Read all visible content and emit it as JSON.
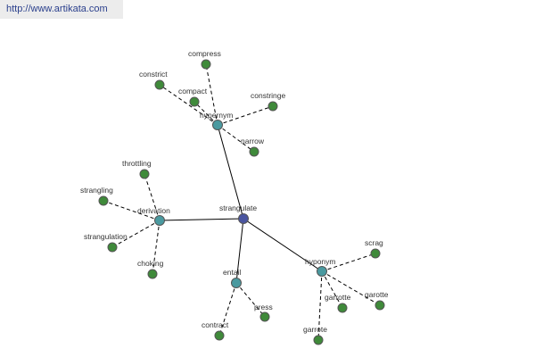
{
  "banner": {
    "url": "http://www.artikata.com"
  },
  "colors": {
    "root": "#4a55a0",
    "hub": "#4a9aa0",
    "leaf": "#3f8a3a"
  },
  "graph": {
    "root": {
      "id": "strangulate",
      "label": "strangulate"
    },
    "hubs": [
      {
        "id": "hypernym",
        "label": "hypernym"
      },
      {
        "id": "derivation",
        "label": "derivation"
      },
      {
        "id": "entail",
        "label": "entail"
      },
      {
        "id": "hyponym",
        "label": "hyponym"
      }
    ],
    "leaves": [
      {
        "id": "compress",
        "label": "compress",
        "hub": "hypernym"
      },
      {
        "id": "constrict",
        "label": "constrict",
        "hub": "hypernym"
      },
      {
        "id": "compact",
        "label": "compact",
        "hub": "hypernym"
      },
      {
        "id": "constringe",
        "label": "constringe",
        "hub": "hypernym"
      },
      {
        "id": "narrow",
        "label": "narrow",
        "hub": "hypernym"
      },
      {
        "id": "throttling",
        "label": "throttling",
        "hub": "derivation"
      },
      {
        "id": "strangling",
        "label": "strangling",
        "hub": "derivation"
      },
      {
        "id": "strangulation",
        "label": "strangulation",
        "hub": "derivation"
      },
      {
        "id": "choking",
        "label": "choking",
        "hub": "derivation"
      },
      {
        "id": "contract",
        "label": "contract",
        "hub": "entail"
      },
      {
        "id": "press",
        "label": "press",
        "hub": "entail"
      },
      {
        "id": "scrag",
        "label": "scrag",
        "hub": "hyponym"
      },
      {
        "id": "garrotte1",
        "label": "garrotte",
        "hub": "hyponym"
      },
      {
        "id": "garotte",
        "label": "garotte",
        "hub": "hyponym"
      },
      {
        "id": "garrote",
        "label": "garrote",
        "hub": "hyponym"
      }
    ]
  }
}
